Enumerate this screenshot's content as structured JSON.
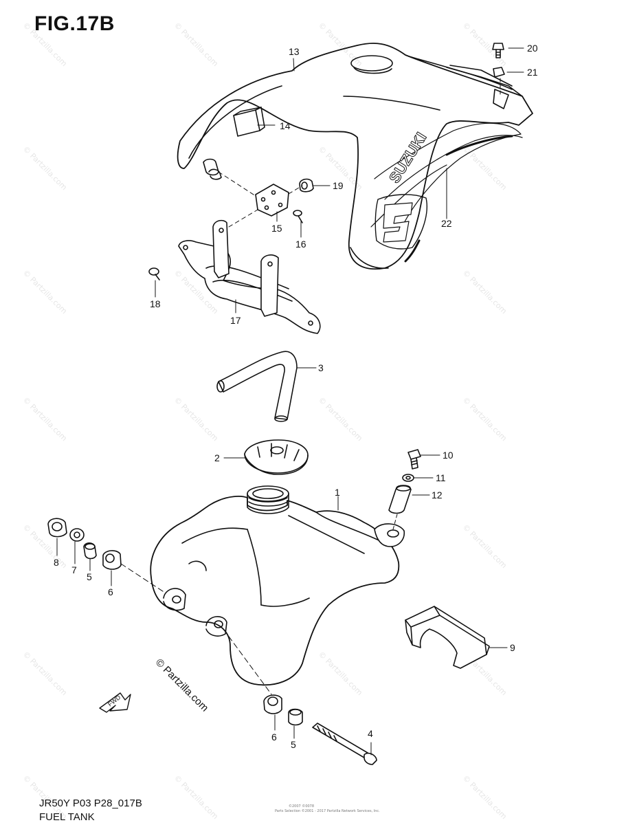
{
  "figure": {
    "title": "FIG.17B",
    "code": "JR50Y P03 P28_017B",
    "name": "FUEL TANK",
    "copyright_small": "©2007 ©0078",
    "copyright_line": "Parts Selection ©2001 - 2017 Partzilla Network Services, Inc.",
    "watermark_text": "© Partzilla.com",
    "fwd_arrow_label": "FWD",
    "tank_decal_text": "SUZUKI"
  },
  "callouts": [
    {
      "id": "1",
      "label": "1"
    },
    {
      "id": "2",
      "label": "2"
    },
    {
      "id": "3",
      "label": "3"
    },
    {
      "id": "4",
      "label": "4"
    },
    {
      "id": "5a",
      "label": "5"
    },
    {
      "id": "5b",
      "label": "5"
    },
    {
      "id": "6a",
      "label": "6"
    },
    {
      "id": "6b",
      "label": "6"
    },
    {
      "id": "7",
      "label": "7"
    },
    {
      "id": "8",
      "label": "8"
    },
    {
      "id": "9",
      "label": "9"
    },
    {
      "id": "10",
      "label": "10"
    },
    {
      "id": "11",
      "label": "11"
    },
    {
      "id": "12",
      "label": "12"
    },
    {
      "id": "13",
      "label": "13"
    },
    {
      "id": "14",
      "label": "14"
    },
    {
      "id": "15",
      "label": "15"
    },
    {
      "id": "16",
      "label": "16"
    },
    {
      "id": "17",
      "label": "17"
    },
    {
      "id": "18",
      "label": "18"
    },
    {
      "id": "19",
      "label": "19"
    },
    {
      "id": "20",
      "label": "20"
    },
    {
      "id": "21",
      "label": "21"
    },
    {
      "id": "22",
      "label": "22"
    }
  ]
}
